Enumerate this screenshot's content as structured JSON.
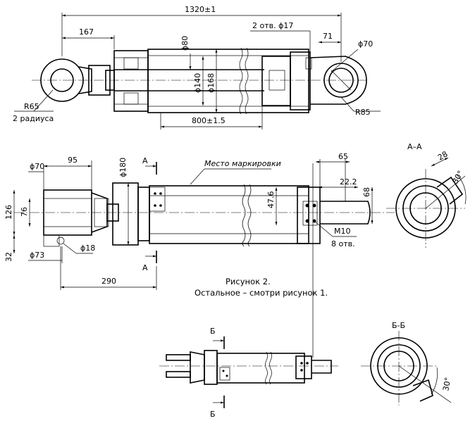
{
  "view_top": {
    "overall_length": "1320±1",
    "eye_offset": "167",
    "holes": "2 отв. ϕ17",
    "port_offset": "71",
    "port_dia": "ϕ70",
    "rod_dia": "ϕ80",
    "bore_dia": "ϕ140",
    "outer_dia": "ϕ168",
    "stroke": "800±1.5",
    "eye_radius": "R65",
    "eye_radius_note": "2 радиуса",
    "lug_radius": "R85"
  },
  "view_middle": {
    "clevis_dia": "ϕ70",
    "clevis_width": "95",
    "flange_dia": "ϕ180",
    "section_a": "A",
    "marking_label": "Место маркировки",
    "dim_65": "65",
    "dim_22": "22.2",
    "dim_47": "47.6",
    "dim_68": "68",
    "dim_126": "126",
    "dim_76": "76",
    "dim_32": "32",
    "dim_73": "ϕ73",
    "dim_18": "ϕ18",
    "thread": "M10",
    "thread_count": "8 отв.",
    "dim_290": "290"
  },
  "section_aa": {
    "title": "А–А",
    "dim_28": "28",
    "angle": "30°"
  },
  "caption": {
    "line1": "Рисунок 2.",
    "line2": "Остальное – смотри рисунок 1."
  },
  "view_bottom": {
    "section_b": "Б"
  },
  "section_bb": {
    "title": "Б-Б",
    "angle": "30°"
  }
}
